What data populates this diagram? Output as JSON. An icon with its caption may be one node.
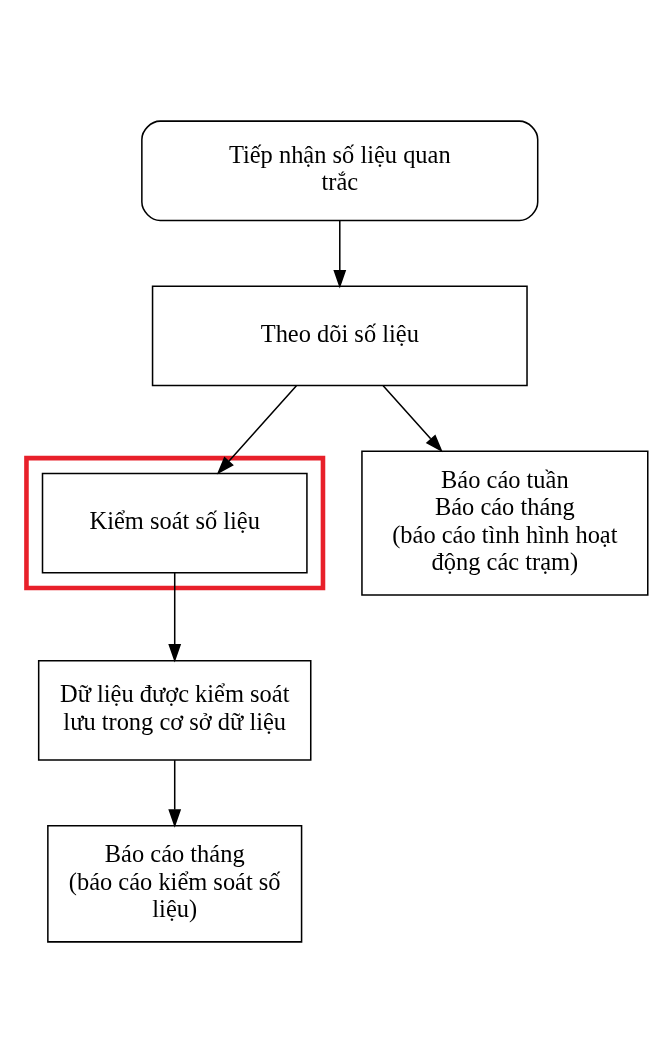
{
  "diagram": {
    "nodes": [
      {
        "text": [
          "Tiếp nhận số liệu quan trắc"
        ]
      },
      {
        "text": [
          "Theo dõi số liệu"
        ]
      },
      {
        "text": [],
        "shape": "box"
      },
      {
        "text": [
          "Kiểm soát số liệu"
        ],
        "in": 2
      },
      {
        "text": [
          "Báo cáo tuần",
          "Báo cáo tháng",
          "(báo cáo tình hình hoạt động các trạm)"
        ]
      },
      {
        "text": [
          "Dữ liệu được kiểm soát lưu trong cơ sở dữ liệu"
        ]
      },
      {
        "text": [
          "Báo cáo tháng",
          "(báo cáo kiểm soát số liệu)"
        ]
      }
    ],
    "edges": [
      {
        "from": 0,
        "to": 1,
        "arrow": "to"
      },
      {
        "from": 1,
        "to": 3,
        "arrow": "to"
      },
      {
        "from": 1,
        "to": 4,
        "arrow": "to"
      },
      {
        "from": 3,
        "to": 5,
        "arrow": "to"
      },
      {
        "from": 5,
        "to": 6,
        "arrow": "to"
      }
    ]
  }
}
